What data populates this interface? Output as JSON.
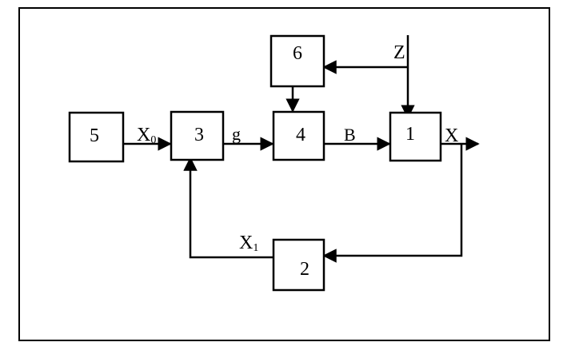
{
  "blocks": {
    "b1": "1",
    "b2": "2",
    "b3": "3",
    "b4": "4",
    "b5": "5",
    "b6": "6"
  },
  "signals": {
    "x0": {
      "main": "X",
      "sub": "0"
    },
    "g": "g",
    "b": "B",
    "z": "Z",
    "x": "X",
    "x1": {
      "main": "X",
      "sub": "1"
    }
  },
  "colors": {
    "ink": "#000000",
    "background": "#ffffff"
  }
}
